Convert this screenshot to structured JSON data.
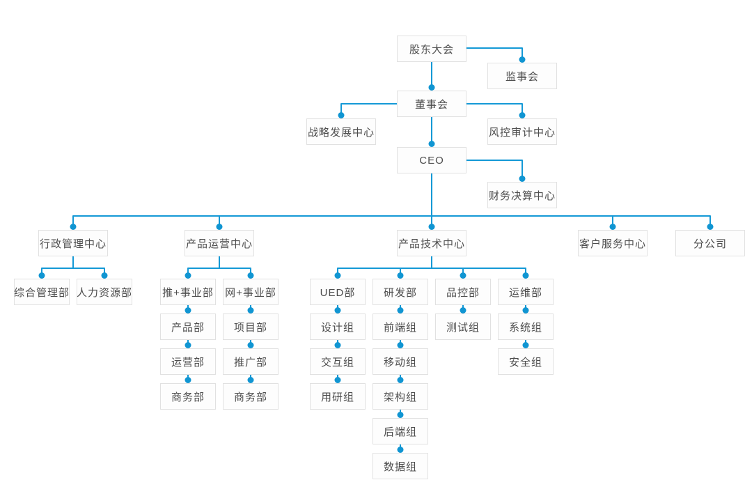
{
  "diagram": {
    "type": "org-chart",
    "theme": {
      "line_color": "#1499d6",
      "dot_color": "#1095d2",
      "node_background": "#fdfdfd",
      "node_border": "#e1e1e1",
      "text_color": "#4d4d4d"
    },
    "nodes": {
      "shareholders": {
        "label": "股东大会"
      },
      "supervisory": {
        "label": "监事会"
      },
      "board": {
        "label": "董事会"
      },
      "strategy": {
        "label": "战略发展中心"
      },
      "risk": {
        "label": "风控审计中心"
      },
      "ceo": {
        "label": "CEO"
      },
      "finance": {
        "label": "财务决算中心"
      },
      "admin": {
        "label": "行政管理中心"
      },
      "operations": {
        "label": "产品运营中心"
      },
      "tech": {
        "label": "产品技术中心"
      },
      "service": {
        "label": "客户服务中心"
      },
      "branch": {
        "label": "分公司"
      },
      "general": {
        "label": "综合管理部"
      },
      "hr": {
        "label": "人力资源部"
      },
      "tui": {
        "label": "推+事业部"
      },
      "wang": {
        "label": "网+事业部"
      },
      "ued": {
        "label": "UED部"
      },
      "rd": {
        "label": "研发部"
      },
      "qc": {
        "label": "品控部"
      },
      "maintenance": {
        "label": "运维部"
      },
      "product": {
        "label": "产品部"
      },
      "project": {
        "label": "项目部"
      },
      "design": {
        "label": "设计组"
      },
      "frontend": {
        "label": "前端组"
      },
      "test": {
        "label": "测试组"
      },
      "system": {
        "label": "系统组"
      },
      "operation": {
        "label": "运营部"
      },
      "promotion": {
        "label": "推广部"
      },
      "interaction": {
        "label": "交互组"
      },
      "mobile": {
        "label": "移动组"
      },
      "security": {
        "label": "安全组"
      },
      "business_tui": {
        "label": "商务部"
      },
      "business_wang": {
        "label": "商务部"
      },
      "research": {
        "label": "用研组"
      },
      "arch": {
        "label": "架构组"
      },
      "backend": {
        "label": "后端组"
      },
      "data_group": {
        "label": "数据组"
      }
    },
    "hierarchy": {
      "id": "shareholders",
      "children": [
        {
          "id": "supervisory"
        },
        {
          "id": "board",
          "children": [
            {
              "id": "strategy"
            },
            {
              "id": "risk"
            },
            {
              "id": "ceo",
              "children": [
                {
                  "id": "finance"
                },
                {
                  "id": "admin",
                  "children": [
                    {
                      "id": "general"
                    },
                    {
                      "id": "hr"
                    }
                  ]
                },
                {
                  "id": "operations",
                  "children": [
                    {
                      "id": "tui",
                      "children": [
                        {
                          "id": "product",
                          "children": [
                            {
                              "id": "operation",
                              "children": [
                                {
                                  "id": "business_tui"
                                }
                              ]
                            }
                          ]
                        }
                      ]
                    },
                    {
                      "id": "wang",
                      "children": [
                        {
                          "id": "project",
                          "children": [
                            {
                              "id": "promotion",
                              "children": [
                                {
                                  "id": "business_wang"
                                }
                              ]
                            }
                          ]
                        }
                      ]
                    }
                  ]
                },
                {
                  "id": "tech",
                  "children": [
                    {
                      "id": "ued",
                      "children": [
                        {
                          "id": "design",
                          "children": [
                            {
                              "id": "interaction",
                              "children": [
                                {
                                  "id": "research"
                                }
                              ]
                            }
                          ]
                        }
                      ]
                    },
                    {
                      "id": "rd",
                      "children": [
                        {
                          "id": "frontend",
                          "children": [
                            {
                              "id": "mobile",
                              "children": [
                                {
                                  "id": "arch",
                                  "children": [
                                    {
                                      "id": "backend",
                                      "children": [
                                        {
                                          "id": "data_group"
                                        }
                                      ]
                                    }
                                  ]
                                }
                              ]
                            }
                          ]
                        }
                      ]
                    },
                    {
                      "id": "qc",
                      "children": [
                        {
                          "id": "test"
                        }
                      ]
                    },
                    {
                      "id": "maintenance",
                      "children": [
                        {
                          "id": "system",
                          "children": [
                            {
                              "id": "security"
                            }
                          ]
                        }
                      ]
                    }
                  ]
                },
                {
                  "id": "service"
                },
                {
                  "id": "branch"
                }
              ]
            }
          ]
        }
      ]
    }
  }
}
